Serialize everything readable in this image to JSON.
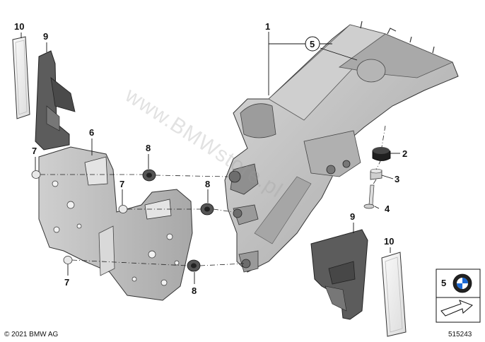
{
  "callouts": {
    "c1": "1",
    "c2": "2",
    "c3": "3",
    "c4": "4",
    "c5": "5",
    "c6": "6",
    "c7a": "7",
    "c7b": "7",
    "c7c": "7",
    "c8a": "8",
    "c8b": "8",
    "c8c": "8",
    "c9a": "9",
    "c9b": "9",
    "c10a": "10",
    "c10b": "10",
    "legend5": "5"
  },
  "watermark": "www.BMWstore.pl",
  "copyright": "© 2021 BMW AG",
  "diagram_number": "515243",
  "icons": {
    "brand_logo": "bmw-roundel-icon",
    "arrow": "arrow-icon"
  },
  "colors": {
    "part_fill": "#c4c4c4",
    "part_dark": "#8f8f8f",
    "part_light": "#e2e2e2",
    "line": "#1a1a1a"
  }
}
